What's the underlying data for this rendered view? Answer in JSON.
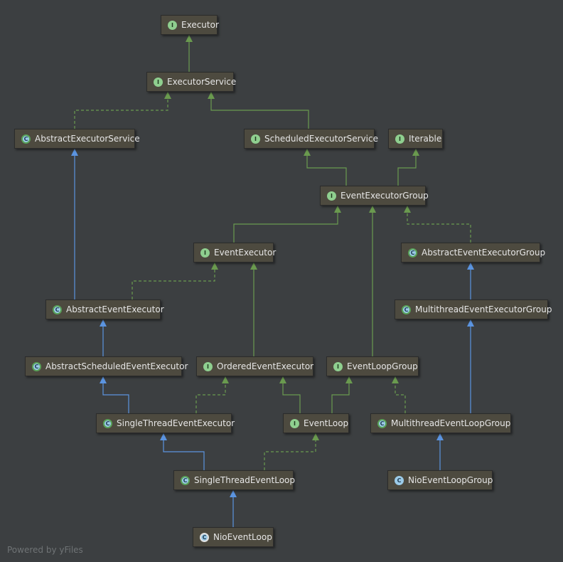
{
  "diagram": {
    "nodes": [
      {
        "id": "executor",
        "label": "Executor",
        "kind": "interface",
        "badge": "I"
      },
      {
        "id": "executor_service",
        "label": "ExecutorService",
        "kind": "interface",
        "badge": "I"
      },
      {
        "id": "abstract_executor_service",
        "label": "AbstractExecutorService",
        "kind": "abstract",
        "badge": "C"
      },
      {
        "id": "scheduled_executor_service",
        "label": "ScheduledExecutorService",
        "kind": "interface",
        "badge": "I"
      },
      {
        "id": "iterable",
        "label": "Iterable",
        "kind": "interface",
        "badge": "I"
      },
      {
        "id": "event_executor_group",
        "label": "EventExecutorGroup",
        "kind": "interface",
        "badge": "I"
      },
      {
        "id": "event_executor",
        "label": "EventExecutor",
        "kind": "interface",
        "badge": "I"
      },
      {
        "id": "abstract_event_executor_group",
        "label": "AbstractEventExecutorGroup",
        "kind": "abstract",
        "badge": "C"
      },
      {
        "id": "abstract_event_executor",
        "label": "AbstractEventExecutor",
        "kind": "abstract",
        "badge": "C"
      },
      {
        "id": "multithread_event_executor_group",
        "label": "MultithreadEventExecutorGroup",
        "kind": "abstract",
        "badge": "C"
      },
      {
        "id": "abstract_scheduled_event_executor",
        "label": "AbstractScheduledEventExecutor",
        "kind": "abstract",
        "badge": "C"
      },
      {
        "id": "ordered_event_executor",
        "label": "OrderedEventExecutor",
        "kind": "interface",
        "badge": "I"
      },
      {
        "id": "event_loop_group",
        "label": "EventLoopGroup",
        "kind": "interface",
        "badge": "I"
      },
      {
        "id": "single_thread_event_executor",
        "label": "SingleThreadEventExecutor",
        "kind": "abstract",
        "badge": "C"
      },
      {
        "id": "event_loop",
        "label": "EventLoop",
        "kind": "interface",
        "badge": "I"
      },
      {
        "id": "multithread_event_loop_group",
        "label": "MultithreadEventLoopGroup",
        "kind": "abstract",
        "badge": "C"
      },
      {
        "id": "single_thread_event_loop",
        "label": "SingleThreadEventLoop",
        "kind": "abstract",
        "badge": "C"
      },
      {
        "id": "nio_event_loop_group",
        "label": "NioEventLoopGroup",
        "kind": "class",
        "badge": "C"
      },
      {
        "id": "nio_event_loop",
        "label": "NioEventLoop",
        "kind": "final",
        "badge": "C"
      }
    ],
    "edges": [
      {
        "from": "executor_service",
        "to": "executor",
        "kind": "interface-extends"
      },
      {
        "from": "abstract_executor_service",
        "to": "executor_service",
        "kind": "implements"
      },
      {
        "from": "scheduled_executor_service",
        "to": "executor_service",
        "kind": "interface-extends"
      },
      {
        "from": "event_executor_group",
        "to": "scheduled_executor_service",
        "kind": "interface-extends"
      },
      {
        "from": "event_executor_group",
        "to": "iterable",
        "kind": "interface-extends"
      },
      {
        "from": "event_executor",
        "to": "event_executor_group",
        "kind": "interface-extends"
      },
      {
        "from": "abstract_event_executor_group",
        "to": "event_executor_group",
        "kind": "implements"
      },
      {
        "from": "abstract_event_executor",
        "to": "abstract_executor_service",
        "kind": "class-extends"
      },
      {
        "from": "abstract_event_executor",
        "to": "event_executor",
        "kind": "implements"
      },
      {
        "from": "multithread_event_executor_group",
        "to": "abstract_event_executor_group",
        "kind": "class-extends"
      },
      {
        "from": "abstract_scheduled_event_executor",
        "to": "abstract_event_executor",
        "kind": "class-extends"
      },
      {
        "from": "ordered_event_executor",
        "to": "event_executor",
        "kind": "interface-extends"
      },
      {
        "from": "event_loop_group",
        "to": "event_executor_group",
        "kind": "interface-extends"
      },
      {
        "from": "single_thread_event_executor",
        "to": "abstract_scheduled_event_executor",
        "kind": "class-extends"
      },
      {
        "from": "single_thread_event_executor",
        "to": "ordered_event_executor",
        "kind": "implements"
      },
      {
        "from": "event_loop",
        "to": "ordered_event_executor",
        "kind": "interface-extends"
      },
      {
        "from": "event_loop",
        "to": "event_loop_group",
        "kind": "interface-extends"
      },
      {
        "from": "multithread_event_loop_group",
        "to": "multithread_event_executor_group",
        "kind": "class-extends"
      },
      {
        "from": "multithread_event_loop_group",
        "to": "event_loop_group",
        "kind": "implements"
      },
      {
        "from": "single_thread_event_loop",
        "to": "single_thread_event_executor",
        "kind": "class-extends"
      },
      {
        "from": "single_thread_event_loop",
        "to": "event_loop",
        "kind": "implements"
      },
      {
        "from": "nio_event_loop_group",
        "to": "multithread_event_loop_group",
        "kind": "class-extends"
      },
      {
        "from": "nio_event_loop",
        "to": "single_thread_event_loop",
        "kind": "class-extends"
      }
    ],
    "colors": {
      "background": "#3c3f41",
      "node_fill": "#4d4a3f",
      "interface_edge": "#6a9a4f",
      "class_edge": "#5b94e0"
    }
  },
  "footer": {
    "text": "Powered by yFiles"
  }
}
